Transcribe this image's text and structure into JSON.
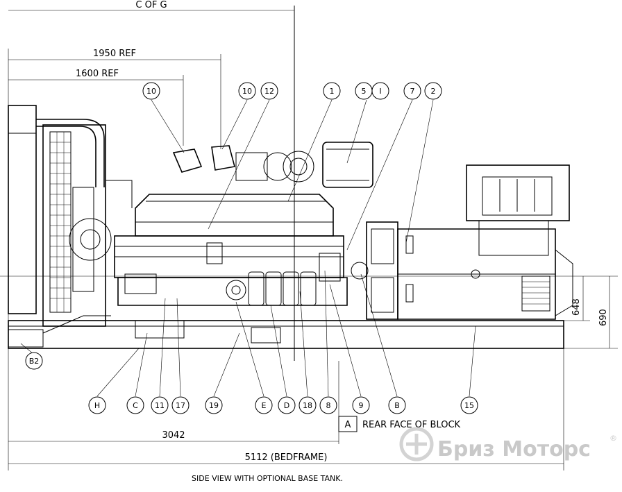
{
  "dimensions": {
    "c_of_g": "C OF G",
    "ref_1950": "1950  REF",
    "ref_1600": "1600  REF",
    "dim_3042": "3042",
    "dim_5112": "5112 (BEDFRAME)",
    "dim_648": "648",
    "dim_690": "690"
  },
  "balloons_top": [
    "10",
    "10",
    "12",
    "1",
    "5",
    "I",
    "7",
    "2"
  ],
  "balloons_bottom": [
    "H",
    "C",
    "11",
    "17",
    "19",
    "E",
    "D",
    "18",
    "8",
    "9",
    "B",
    "15"
  ],
  "balloon_left": "B2",
  "rear_face": {
    "letter": "A",
    "label": "REAR FACE OF BLOCK"
  },
  "caption": "SIDE VIEW WITH OPTIONAL BASE TANK.",
  "watermark": {
    "text": "Бриз Моторс",
    "reg": "®"
  }
}
